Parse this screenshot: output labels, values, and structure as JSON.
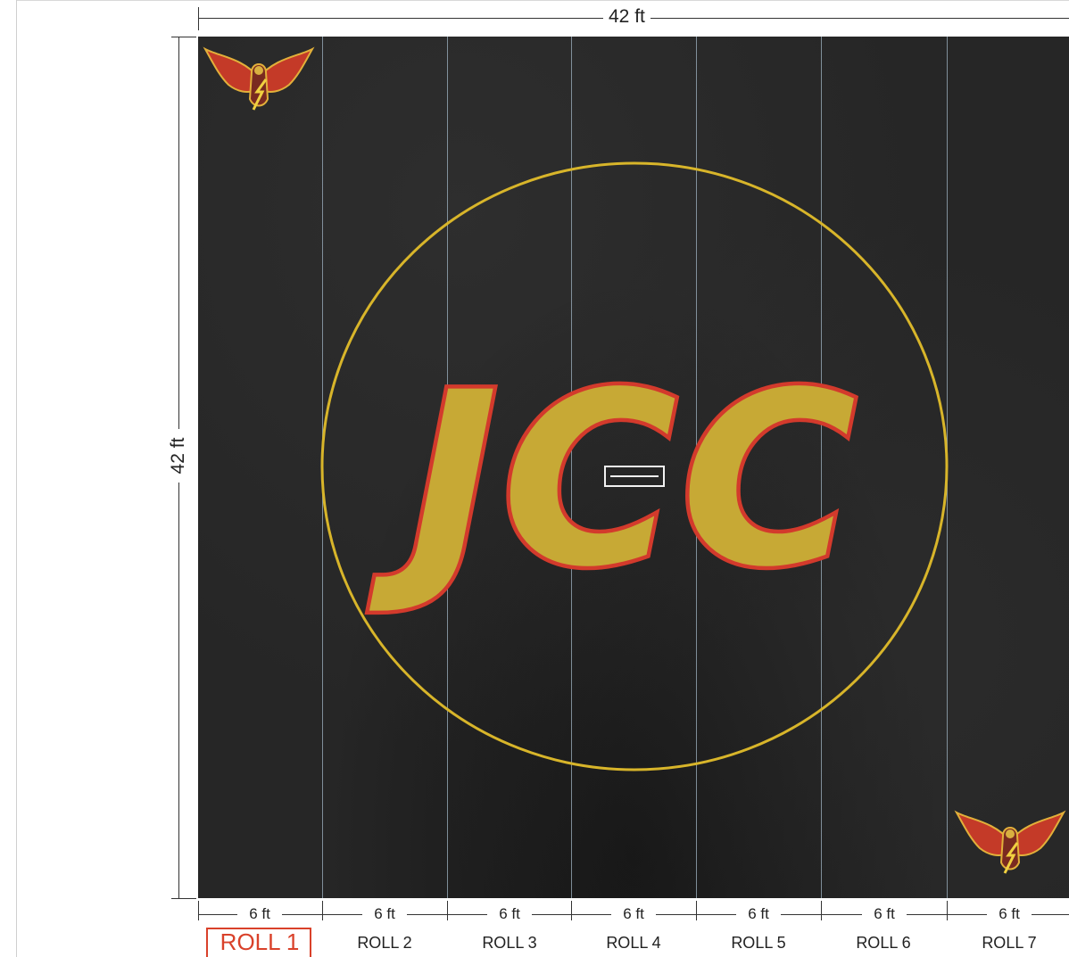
{
  "mat_title": "JCC",
  "dimensions": {
    "width": "42 ft",
    "height": "42 ft"
  },
  "rolls": [
    {
      "label": "ROLL 1",
      "width": "6 ft",
      "highlighted": true
    },
    {
      "label": "ROLL 2",
      "width": "6 ft",
      "highlighted": false
    },
    {
      "label": "ROLL 3",
      "width": "6 ft",
      "highlighted": false
    },
    {
      "label": "ROLL 4",
      "width": "6 ft",
      "highlighted": false
    },
    {
      "label": "ROLL 5",
      "width": "6 ft",
      "highlighted": false
    },
    {
      "label": "ROLL 6",
      "width": "6 ft",
      "highlighted": false
    },
    {
      "label": "ROLL 7",
      "width": "6 ft",
      "highlighted": false
    }
  ],
  "colors": {
    "mat": "#262626",
    "circle": "#d8b52a",
    "logo_fill": "#c7a935",
    "logo_outline": "#d33a2c",
    "highlight": "#d9412a",
    "seam": "#9fb3c2"
  },
  "icons": [
    "eagle-mascot-icon"
  ]
}
